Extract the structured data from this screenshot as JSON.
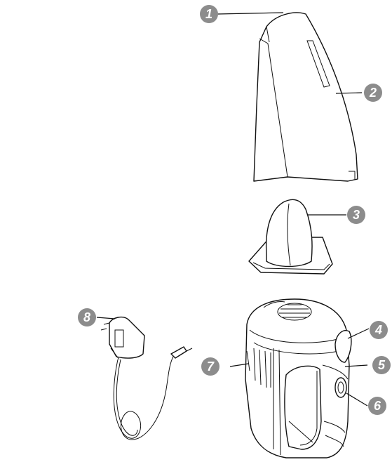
{
  "callouts": [
    {
      "number": "1"
    },
    {
      "number": "2"
    },
    {
      "number": "3"
    },
    {
      "number": "4"
    },
    {
      "number": "5"
    },
    {
      "number": "6"
    },
    {
      "number": "7"
    },
    {
      "number": "8"
    }
  ],
  "colors": {
    "badge_fill": "#8c8c8c",
    "badge_text": "#ffffff",
    "line": "#111111",
    "background": "#ffffff"
  }
}
